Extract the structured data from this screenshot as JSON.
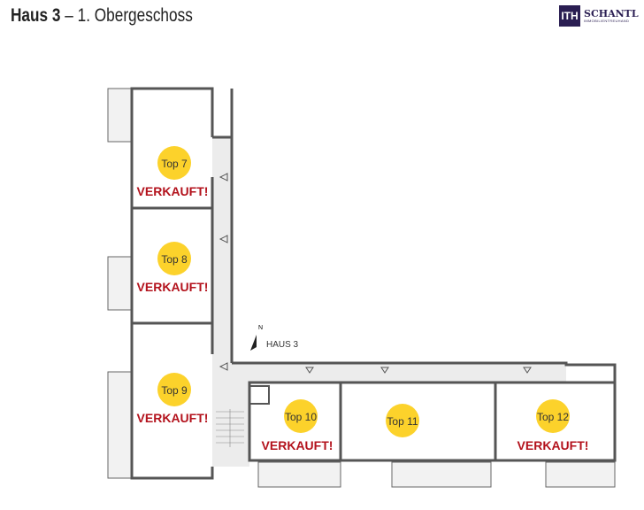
{
  "header": {
    "title_bold": "Haus 3",
    "title_rest": " – 1. Obergeschoss"
  },
  "logo": {
    "mark": "ITH",
    "name": "SCHANTL",
    "sub": "IMMOBILIENTREUHAND"
  },
  "plan": {
    "building_label": "HAUS 3",
    "north": "N",
    "units": [
      {
        "label": "Top 7",
        "status": "VERKAUFT!"
      },
      {
        "label": "Top 8",
        "status": "VERKAUFT!"
      },
      {
        "label": "Top 9",
        "status": "VERKAUFT!"
      },
      {
        "label": "Top 10",
        "status": "VERKAUFT!"
      },
      {
        "label": "Top 11",
        "status": ""
      },
      {
        "label": "Top 12",
        "status": "VERKAUFT!"
      }
    ]
  },
  "colors": {
    "marker": "#fcd22b",
    "sold": "#b3121c",
    "wall": "#555555",
    "corridor": "#ececec"
  }
}
